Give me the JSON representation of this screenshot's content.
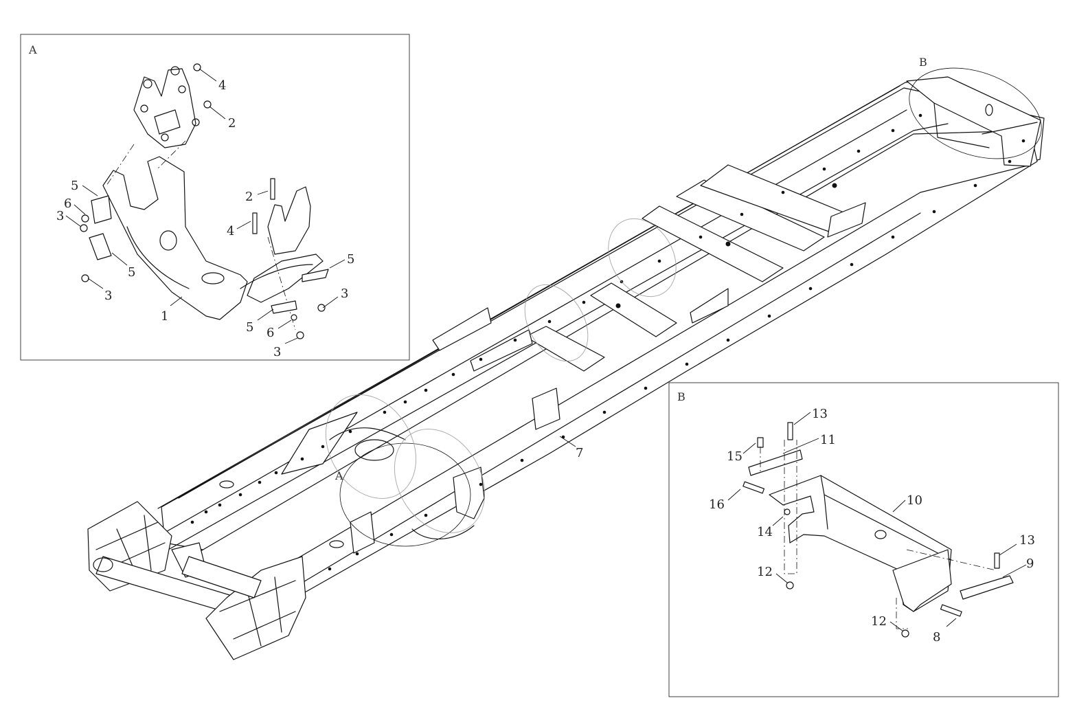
{
  "views": {
    "a_letter": "A",
    "b_letter": "B",
    "main_a_marker": "A",
    "main_b_marker": "B"
  },
  "callouts_a": [
    "4",
    "2",
    "5",
    "6",
    "3",
    "2",
    "4",
    "5",
    "1",
    "3",
    "5",
    "5",
    "6",
    "3",
    "3"
  ],
  "callouts_main": [
    "7"
  ],
  "callouts_b": [
    "13",
    "11",
    "15",
    "16",
    "10",
    "14",
    "12",
    "13",
    "9",
    "12",
    "8"
  ]
}
